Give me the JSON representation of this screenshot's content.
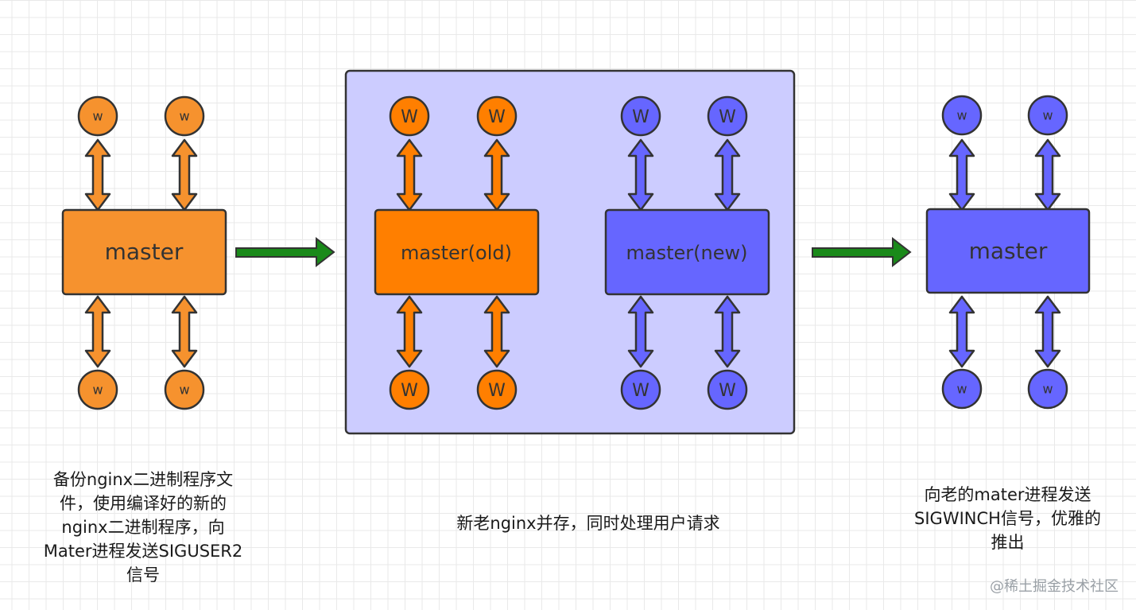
{
  "colors": {
    "old_fill": "#F6922E",
    "old_fill_strong": "#FF7F00",
    "new_fill": "#6666FF",
    "group_bg": "#CCCCFF",
    "transition_arrow": "#1A8A1A",
    "outline": "#333333"
  },
  "stage_left": {
    "master_label": "master",
    "worker_label": "w",
    "caption": "备份nginx二进制程序文\n件，使用编译好的新的\nnginx二进制程序，向\nMater进程发送SIGUSER2\n信号"
  },
  "stage_middle": {
    "old_master_label": "master(old)",
    "new_master_label": "master(new)",
    "worker_label": "W",
    "caption": "新老nginx并存，同时处理用户请求"
  },
  "stage_right": {
    "master_label": "master",
    "worker_label": "w",
    "caption": "向老的mater进程发送\nSIGWINCH信号，优雅的\n推出"
  },
  "watermark": "@稀土掘金技术社区"
}
